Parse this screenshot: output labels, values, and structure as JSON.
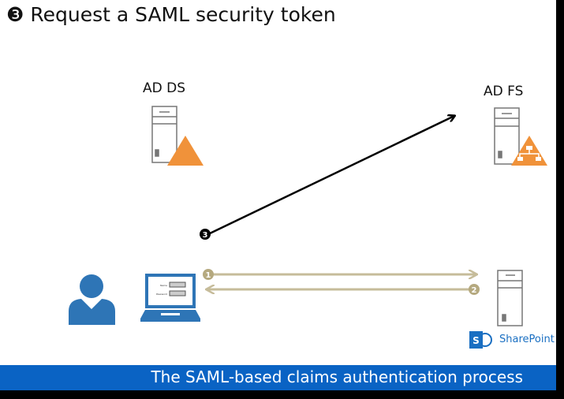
{
  "title": "❸ Request a SAML security token",
  "nodes": {
    "adds": "AD DS",
    "adfs": "AD FS",
    "sharepoint": "SharePoint"
  },
  "laptop_form": {
    "name_label": "Name",
    "password_label": "Password"
  },
  "steps": [
    "1",
    "2",
    "3"
  ],
  "footer": "The SAML-based claims authentication process",
  "colors": {
    "orange": "#f0923a",
    "blue": "#2e75b6",
    "arrow_tan": "#c6bc9a",
    "footer": "#0a63c4"
  }
}
